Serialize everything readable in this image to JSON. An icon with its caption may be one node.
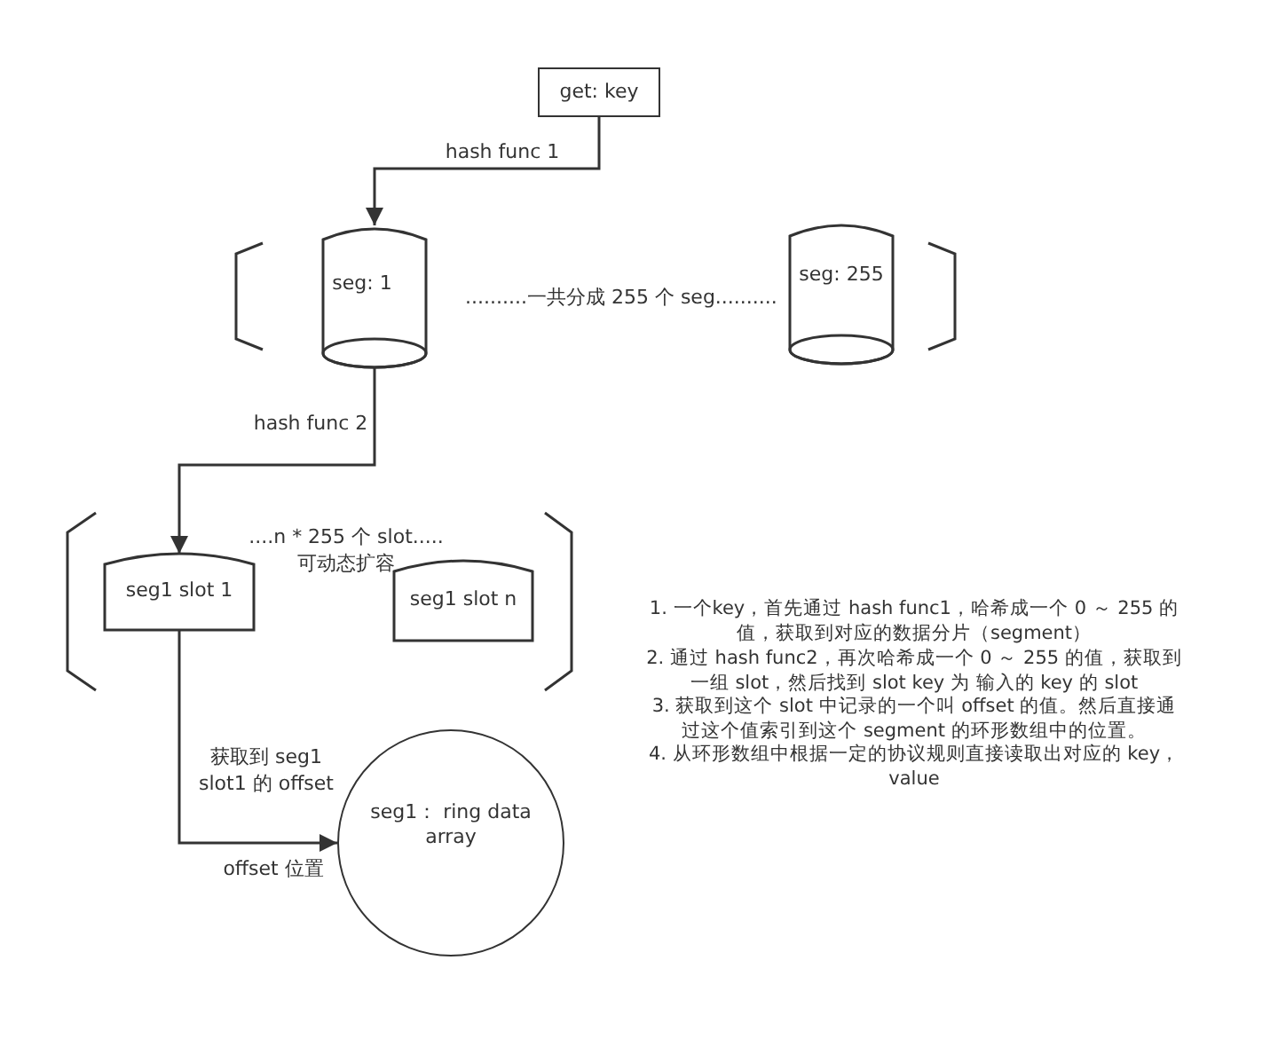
{
  "diagram": {
    "nodes": [
      {
        "text": [
          "get: key"
        ]
      },
      {
        "text": [
          "seg: 1"
        ]
      },
      {
        "text": [
          "seg: 255"
        ]
      },
      {
        "text": [
          "seg1 slot 1"
        ]
      },
      {
        "text": [
          "seg1 slot n"
        ]
      },
      {
        "text": [
          "seg1： ring data array"
        ]
      }
    ],
    "edges": [
      {
        "from": 0,
        "to": 1,
        "arrow": "to",
        "label": "hash func 1"
      },
      {
        "from": 1,
        "to": 3,
        "arrow": "to",
        "label": "hash func 2"
      },
      {
        "from": 3,
        "to": 5,
        "arrow": "to",
        "label": "获取到 seg1 slot1 的 offset"
      }
    ],
    "labels": [
      "..........一共分成 255 个 seg..........",
      "....n * 255 个 slot.....",
      "可动态扩容",
      "offset 位置",
      "1. 一个key，首先通过 hash func1，哈希成一个 0 ～ 255 的值，获取到对应的数据分片（segment）",
      "2. 通过 hash func2，再次哈希成一个 0 ～ 255 的值，获取到一组 slot，然后找到 slot key 为 输入的 key 的 slot",
      "3. 获取到这个 slot 中记录的一个叫 offset 的值。然后直接通过这个值索引到这个 segment 的环形数组中的位置。",
      "4. 从环形数组中根据一定的协议规则直接读取出对应的 key，value"
    ]
  }
}
